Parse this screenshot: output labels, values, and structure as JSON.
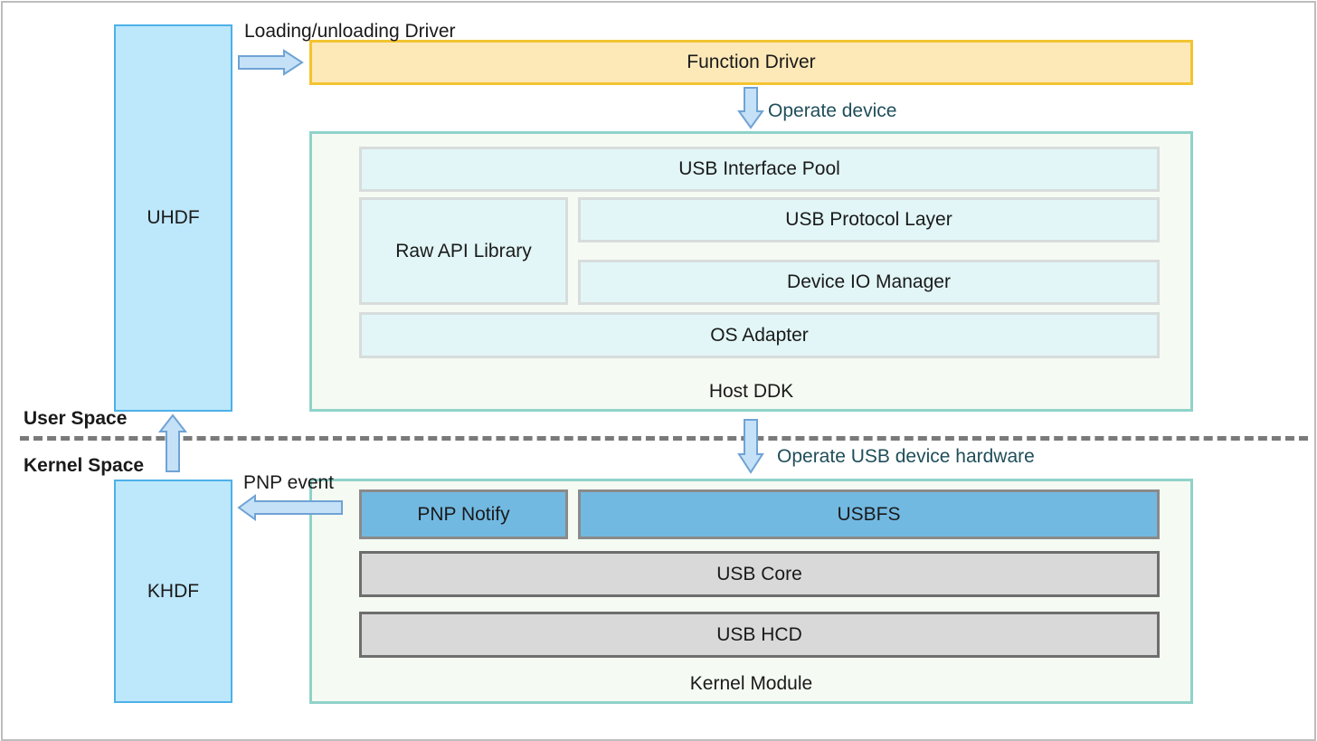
{
  "blocks": {
    "uhdf": "UHDF",
    "khdf": "KHDF",
    "function_driver": "Function Driver",
    "host_ddk": {
      "label": "Host DDK",
      "usb_interface_pool": "USB Interface Pool",
      "raw_api_library": "Raw API Library",
      "usb_protocol_layer": "USB Protocol Layer",
      "device_io_manager": "Device IO Manager",
      "os_adapter": "OS Adapter"
    },
    "kernel_module": {
      "label": "Kernel Module",
      "pnp_notify": "PNP Notify",
      "usbfs": "USBFS",
      "usb_core": "USB Core",
      "usb_hcd": "USB HCD"
    }
  },
  "labels": {
    "loading_unloading": "Loading/unloading Driver",
    "operate_device": "Operate device",
    "operate_usb_hw": "Operate USB device hardware",
    "pnp_event": "PNP event",
    "user_space": "User Space",
    "kernel_space": "Kernel Space"
  },
  "colors": {
    "hdf_fill": "#bde7fb",
    "function_driver_fill": "#fde9b8",
    "function_driver_border": "#f3c431",
    "container_border": "#8fd3c9",
    "ddk_block_fill": "#e2f6f7",
    "kernel_blue_fill": "#72b9e2",
    "kernel_gray_fill": "#d9d9d9",
    "arrow_fill": "#c5e1f7",
    "arrow_stroke": "#6fa3d4"
  }
}
